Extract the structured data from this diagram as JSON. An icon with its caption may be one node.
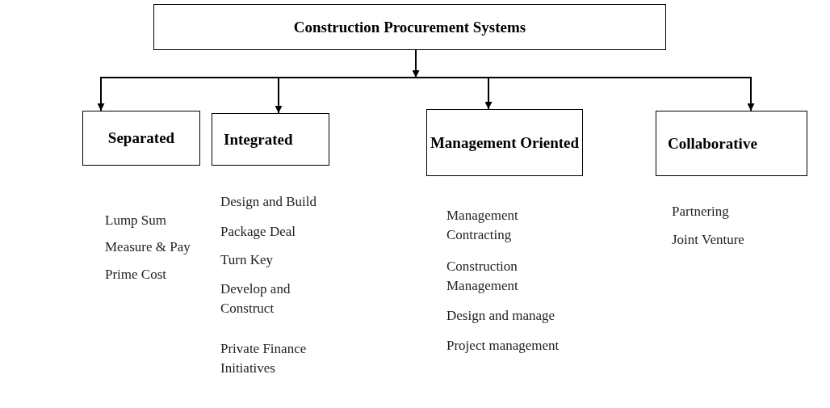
{
  "diagram": {
    "nodes": [
      {
        "text": [
          "Construction Procurement Systems"
        ]
      },
      {
        "text": [
          "Separated"
        ]
      },
      {
        "text": [
          "Integrated"
        ]
      },
      {
        "text": [
          "Management Oriented"
        ]
      },
      {
        "text": [
          "Collaborative"
        ]
      }
    ],
    "edges": [
      {
        "from": 0,
        "to": 1,
        "arrow": "to"
      },
      {
        "from": 0,
        "to": 2,
        "arrow": "to"
      },
      {
        "from": 0,
        "to": 3,
        "arrow": "to"
      },
      {
        "from": 0,
        "to": 4,
        "arrow": "to"
      }
    ],
    "labels": [
      "Lump Sum",
      "Measure & Pay",
      "Prime Cost",
      "Design and Build",
      "Package Deal",
      "Turn Key",
      "Develop and Construct",
      "Private Finance Initiatives",
      "Management Contracting",
      "Construction Management",
      "Design and manage",
      "Project management",
      "Partnering",
      "Joint Venture"
    ]
  }
}
